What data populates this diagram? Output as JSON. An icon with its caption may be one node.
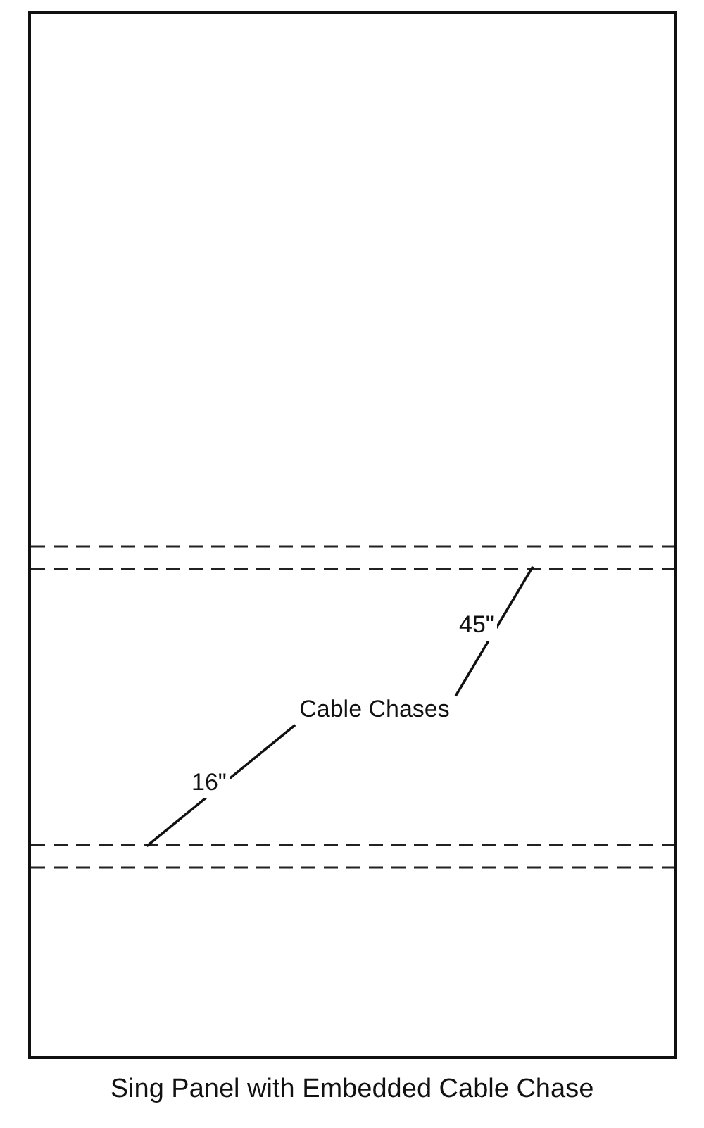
{
  "diagram": {
    "caption": "Sing Panel with Embedded Cable Chase",
    "nodes": [
      {
        "text": [],
        "shape": "box"
      },
      {
        "text": [
          "Cable Chases"
        ],
        "in": 0
      },
      {
        "text": [],
        "shape": "bar",
        "in": 0
      },
      {
        "text": [],
        "shape": "bar",
        "in": 0
      }
    ],
    "edges": [
      {
        "from": 1,
        "to": 2,
        "arrow": "none",
        "label": "45\""
      },
      {
        "from": 1,
        "to": 3,
        "arrow": "none",
        "label": "16\""
      }
    ]
  }
}
